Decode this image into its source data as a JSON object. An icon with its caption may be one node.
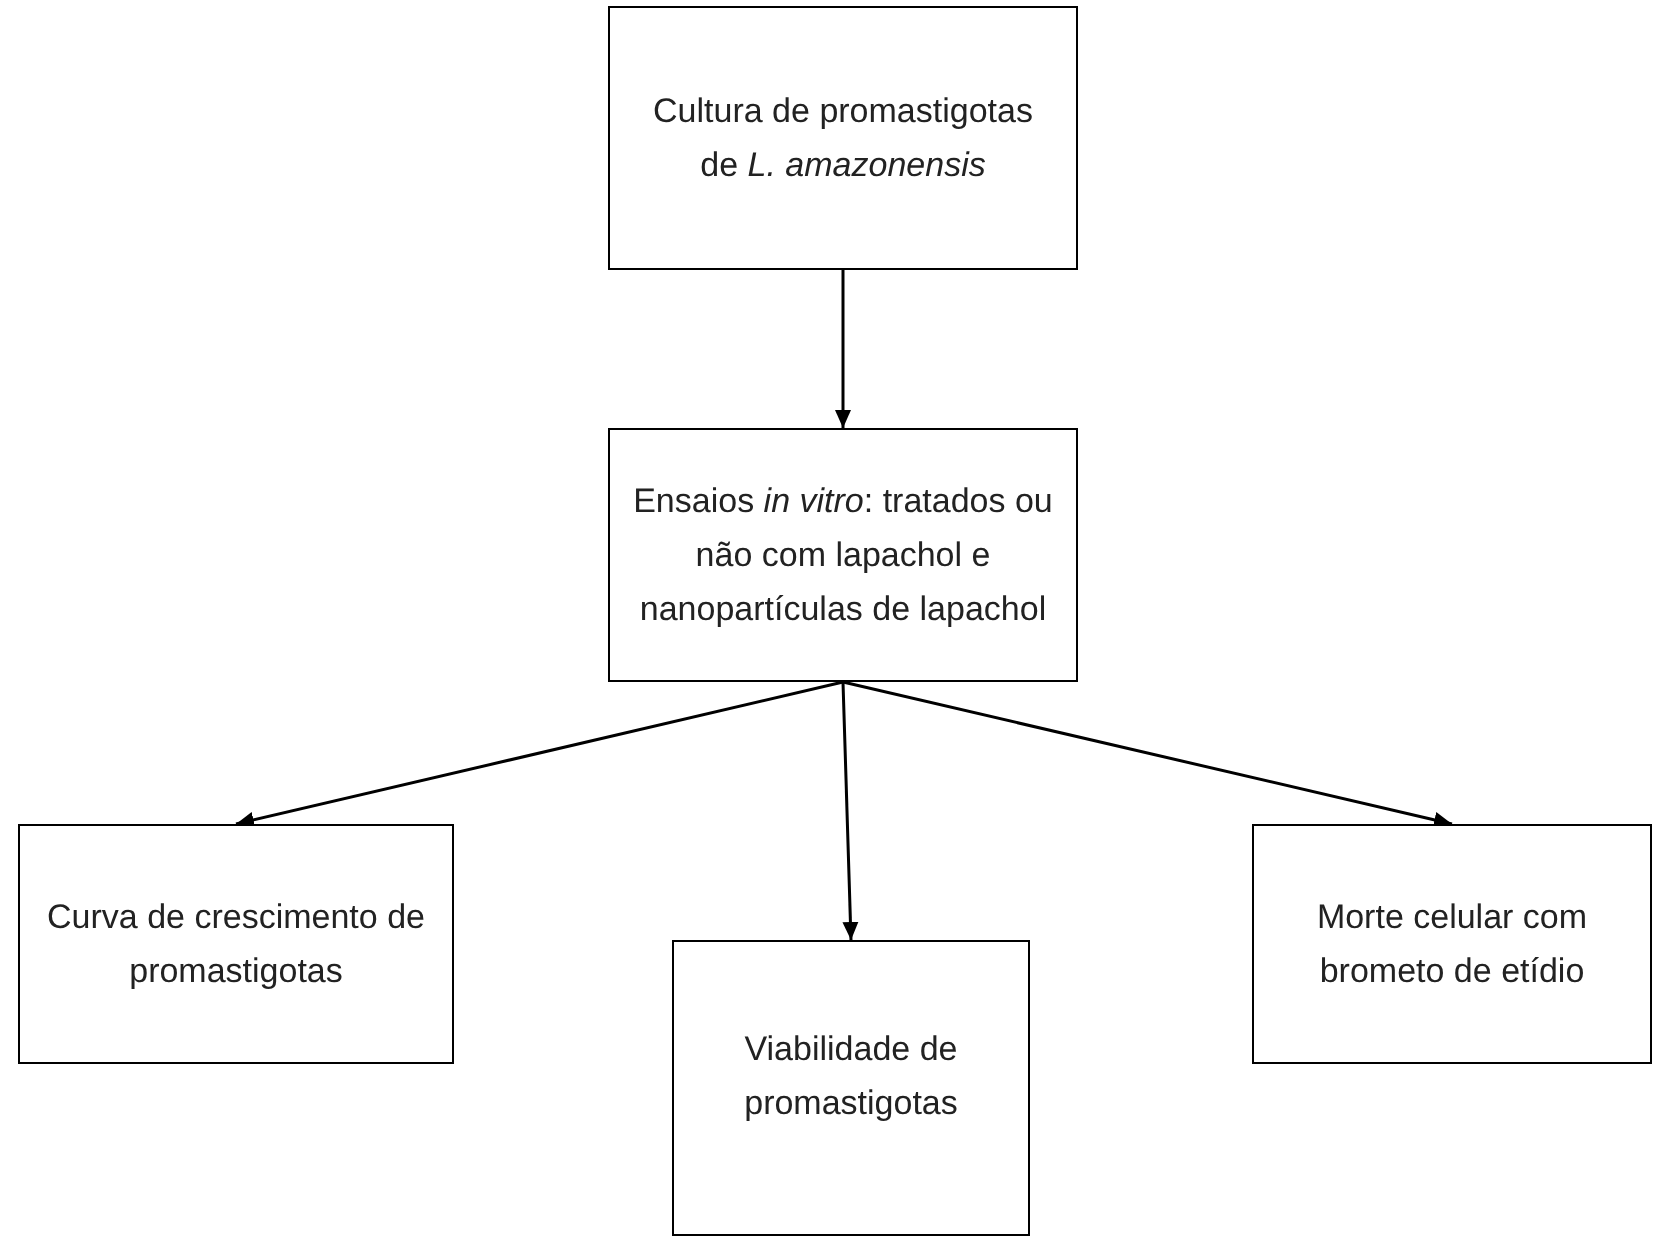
{
  "diagram": {
    "nodes": [
      {
        "text": [
          "Cultura de promastigotas de *L. amazonensis*"
        ]
      },
      {
        "text": [
          "Ensaios *in vitro*: tratados ou não com lapachol e nanopartículas de lapachol"
        ]
      },
      {
        "text": [
          "Curva de crescimento de promastigotas"
        ]
      },
      {
        "text": [
          "Viabilidade de promastigotas"
        ]
      },
      {
        "text": [
          "Morte celular com brometo de etídio"
        ]
      }
    ],
    "edges": [
      {
        "from": 0,
        "to": 1,
        "arrow": "to"
      },
      {
        "from": 1,
        "to": 2,
        "arrow": "to"
      },
      {
        "from": 1,
        "to": 3,
        "arrow": "to"
      },
      {
        "from": 1,
        "to": 4,
        "arrow": "to"
      }
    ]
  }
}
